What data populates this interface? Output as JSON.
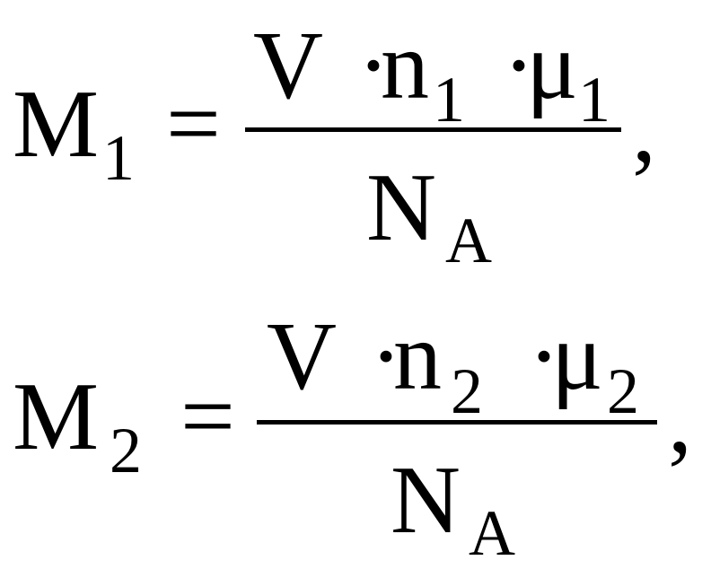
{
  "equations": [
    {
      "lhs_symbol": "M",
      "lhs_subscript": "1",
      "equals": "=",
      "numerator": {
        "v": "V",
        "dot1": "·",
        "n": "n",
        "n_subscript": "1",
        "dot2": "·",
        "mu": "μ",
        "mu_subscript": "1"
      },
      "denominator": {
        "symbol": "N",
        "subscript": "A"
      },
      "punctuation": ","
    },
    {
      "lhs_symbol": "M",
      "lhs_subscript": "2",
      "equals": "=",
      "numerator": {
        "v": "V",
        "dot1": "·",
        "n": "n",
        "n_subscript": "2",
        "dot2": "·",
        "mu": "μ",
        "mu_subscript": "2"
      },
      "denominator": {
        "symbol": "N",
        "subscript": "A"
      },
      "punctuation": ","
    }
  ]
}
